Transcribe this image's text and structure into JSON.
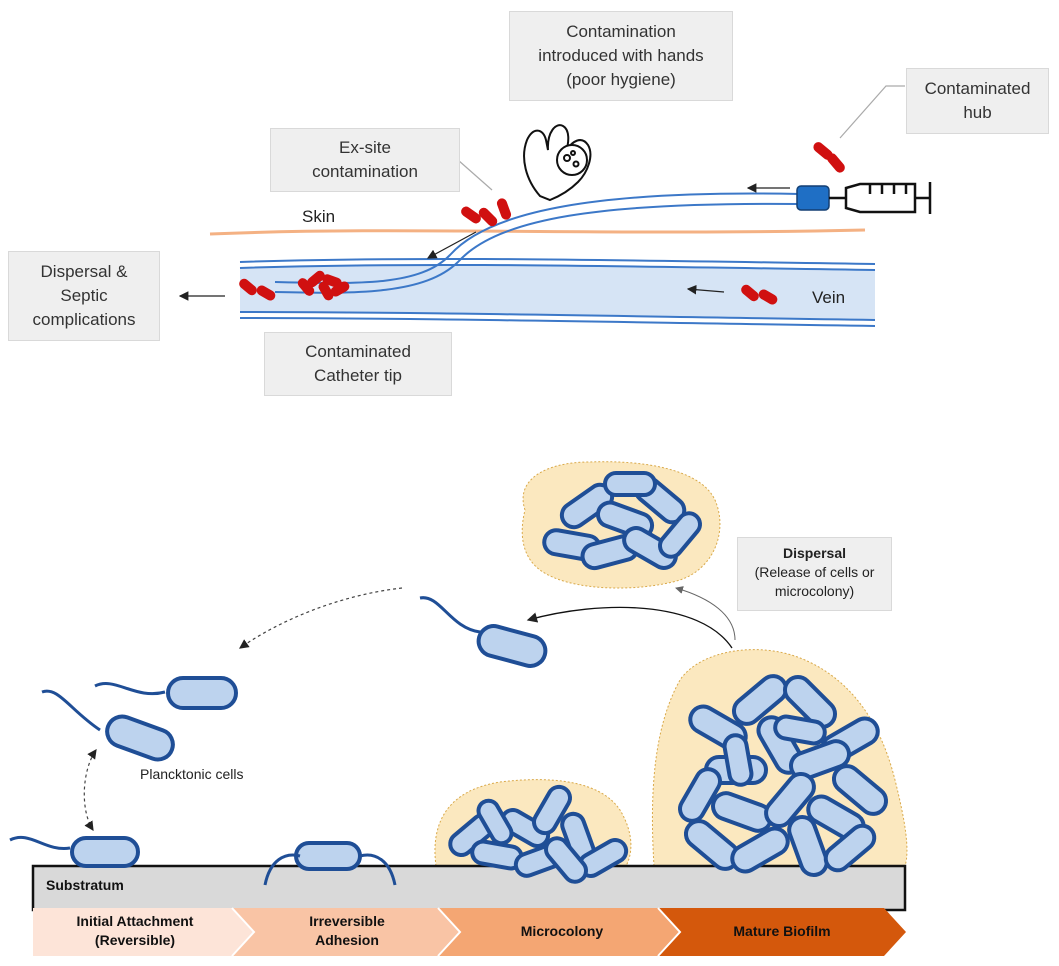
{
  "top_diagram": {
    "labels": {
      "hands_line1": "Contamination",
      "hands_line2": "introduced with hands",
      "hands_line3": "(poor hygiene)",
      "hub_line1": "Contaminated",
      "hub_line2": "hub",
      "exsite_line1": "Ex-site",
      "exsite_line2": "contamination",
      "dispersal_line1": "Dispersal &",
      "dispersal_line2": "Septic",
      "dispersal_line3": "complications",
      "tip_line1": "Contaminated",
      "tip_line2": "Catheter tip",
      "skin": "Skin",
      "vein": "Vein"
    },
    "icons": [
      "hand-germ-icon",
      "syringe-icon",
      "catheter-hub-icon",
      "bacteria-icon"
    ],
    "colors": {
      "bacteria": "#d01010",
      "catheter": "#3c78c8",
      "skin": "#f4b183",
      "vein_fill": "#d6e4f5",
      "hub": "#1f6fc5"
    }
  },
  "bottom_diagram": {
    "planktonic_label": "Plancktonic cells",
    "substratum_label": "Substratum",
    "dispersal": {
      "title": "Dispersal",
      "line1": "(Release of cells or",
      "line2": "microcolony)"
    },
    "stages": [
      {
        "line1": "Initial Attachment",
        "line2": "(Reversible)",
        "color": "#fde4d8"
      },
      {
        "line1": "Irreversible",
        "line2": "Adhesion",
        "color": "#f9c4a5"
      },
      {
        "line1": "Microcolony",
        "line2": "",
        "color": "#f4a673"
      },
      {
        "line1": "Mature Biofilm",
        "line2": "",
        "color": "#d4580c"
      }
    ],
    "colors": {
      "cell_fill": "#bdd3ee",
      "cell_stroke": "#1f4e96",
      "matrix": "#fbe8bf",
      "substratum": "#d9d9d9"
    }
  }
}
